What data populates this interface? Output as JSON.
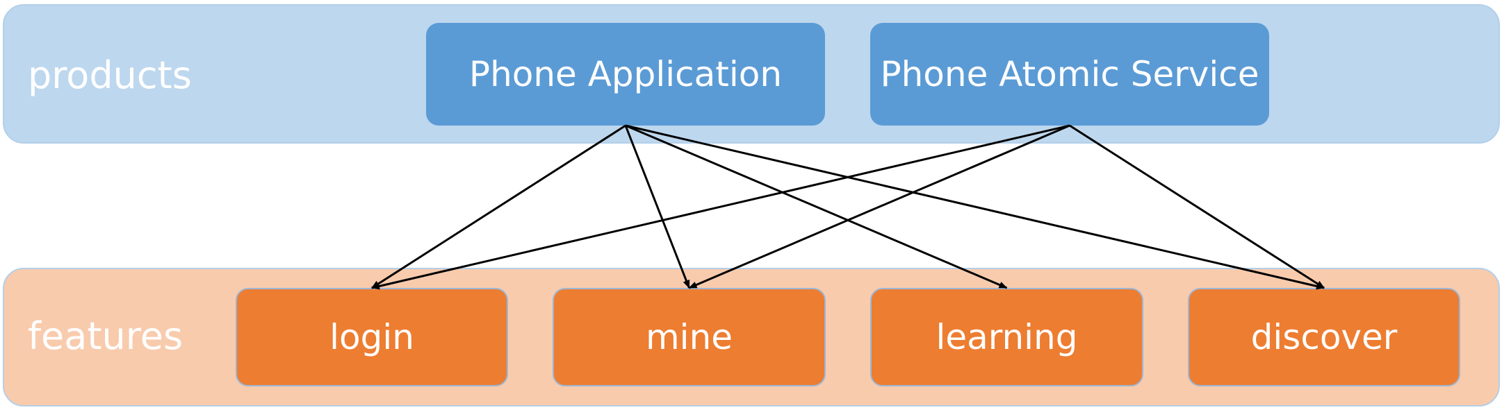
{
  "colors": {
    "products_band": "#bdd7ee",
    "products_band_border": "#b3d0ea",
    "features_band": "#f8cbad",
    "features_band_border": "#b4cfe8",
    "product_node": "#5b9bd5",
    "feature_node": "#ed7d31",
    "feature_node_border": "#9bb7d6",
    "edge": "#000000"
  },
  "layers": {
    "products": {
      "label": "products",
      "nodes": [
        {
          "id": "phone-application",
          "label": "Phone Application"
        },
        {
          "id": "phone-atomic-service",
          "label": "Phone Atomic Service"
        }
      ]
    },
    "features": {
      "label": "features",
      "nodes": [
        {
          "id": "login",
          "label": "login"
        },
        {
          "id": "mine",
          "label": "mine"
        },
        {
          "id": "learning",
          "label": "learning"
        },
        {
          "id": "discover",
          "label": "discover"
        }
      ]
    }
  },
  "edges": [
    {
      "from": "phone-application",
      "to": "login"
    },
    {
      "from": "phone-application",
      "to": "mine"
    },
    {
      "from": "phone-application",
      "to": "learning"
    },
    {
      "from": "phone-application",
      "to": "discover"
    },
    {
      "from": "phone-atomic-service",
      "to": "login"
    },
    {
      "from": "phone-atomic-service",
      "to": "mine"
    },
    {
      "from": "phone-atomic-service",
      "to": "discover"
    }
  ]
}
